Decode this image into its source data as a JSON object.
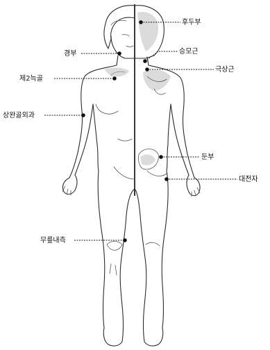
{
  "labels": {
    "occipital": "후두부",
    "neck": "경부",
    "trapezius": "승모근",
    "infraspinatus": "극상근",
    "second_rib": "제2늑골",
    "lateral_epicondyle": "상완골외과",
    "gluteal": "둔부",
    "greater_trochanter": "대전자",
    "medial_knee": "무릎내측"
  }
}
